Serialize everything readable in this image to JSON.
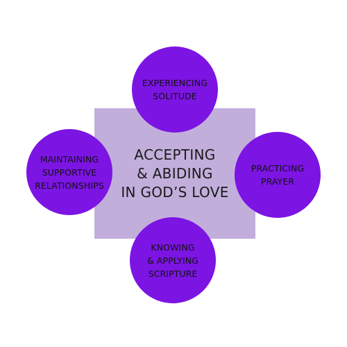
{
  "colors": {
    "center_box": "#c2aedb",
    "circle_fill": "#7c14e3",
    "text": "#111111",
    "background": "#ffffff"
  },
  "center": {
    "lines": [
      "ACCEPTING",
      "& ABIDING",
      "IN GOD’S LOVE"
    ]
  },
  "circles": {
    "top": {
      "lines": [
        "EXPERIENCING",
        "SOLITUDE"
      ]
    },
    "left": {
      "lines": [
        "MAINTAINING",
        "SUPPORTIVE",
        "RELATIONSHIPS"
      ]
    },
    "right": {
      "lines": [
        "PRACTICING",
        "PRAYER"
      ]
    },
    "bottom": {
      "lines": [
        "KNOWING",
        "& APPLYING",
        "SCRIPTURE"
      ]
    }
  }
}
